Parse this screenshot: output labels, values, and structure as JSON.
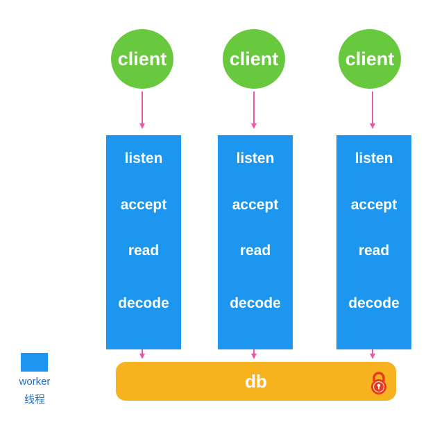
{
  "clients": [
    {
      "label": "client"
    },
    {
      "label": "client"
    },
    {
      "label": "client"
    }
  ],
  "workers": [
    {
      "steps": [
        "listen",
        "accept",
        "read",
        "decode"
      ]
    },
    {
      "steps": [
        "listen",
        "accept",
        "read",
        "decode"
      ]
    },
    {
      "steps": [
        "listen",
        "accept",
        "read",
        "decode"
      ]
    }
  ],
  "db": {
    "label": "db",
    "lock_icon": "lock-icon",
    "lock_color": "#e8391f"
  },
  "legend": {
    "label_line1": "worker",
    "label_line2": "线程",
    "swatch_color": "#1c96ee"
  },
  "colors": {
    "client": "#68c93f",
    "worker": "#1c96ee",
    "db": "#f7b21f",
    "arrow": "#e85aa6"
  }
}
